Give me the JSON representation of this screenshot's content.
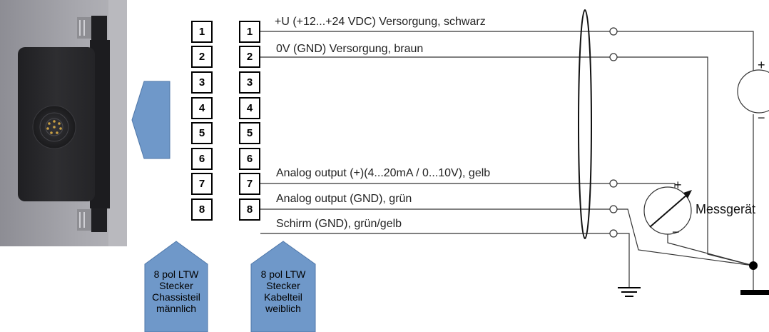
{
  "pins": [
    "1",
    "2",
    "3",
    "4",
    "5",
    "6",
    "7",
    "8"
  ],
  "wires": {
    "w1": "+U (+12...+24 VDC) Versorgung, schwarz",
    "w2": "0V (GND) Versorgung, braun",
    "w7": "Analog output (+)(4...20mA / 0...10V), gelb",
    "w8a": "Analog output (GND), grün",
    "w8b": "Schirm (GND), grün/gelb"
  },
  "connectors": {
    "male": [
      "8 pol LTW",
      "Stecker",
      "Chassisteil",
      "männlich"
    ],
    "female": [
      "8 pol LTW",
      "Stecker",
      "Kabelteil",
      "weiblich"
    ]
  },
  "meter": {
    "label": "Messgerät",
    "plus": "+",
    "minus": "−"
  },
  "supply": {
    "plus": "+",
    "minus": "−"
  },
  "colors": {
    "callout_fill": "#6f98c9",
    "callout_stroke": "#4e76a8",
    "device_body": "#2b2b2e",
    "device_plate": "#9c9ca3"
  }
}
